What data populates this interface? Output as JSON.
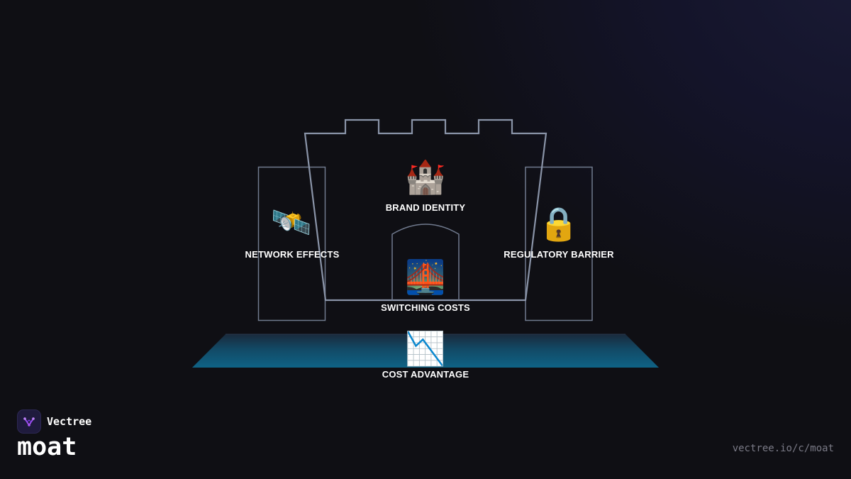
{
  "brand": {
    "name": "Vectree",
    "logo_icon": "vectree-logo-icon",
    "logo_color": "#a855f7"
  },
  "term": "moat",
  "url": "vectree.io/c/moat",
  "colors": {
    "background": "#0f0f14",
    "outline": "#8a94a8",
    "moat_water": "#0f5f80"
  },
  "nodes": {
    "brand_identity": {
      "label": "BRAND IDENTITY",
      "icon": "🏰",
      "icon_name": "castle-icon"
    },
    "network_effects": {
      "label": "NETWORK EFFECTS",
      "icon": "🛰️",
      "icon_name": "satellite-icon"
    },
    "regulatory_barrier": {
      "label": "REGULATORY BARRIER",
      "icon": "🔒",
      "icon_name": "lock-icon"
    },
    "switching_costs": {
      "label": "SWITCHING COSTS",
      "icon": "🌉",
      "icon_name": "bridge-at-night-icon"
    },
    "cost_advantage": {
      "label": "COST ADVANTAGE",
      "icon": "📉",
      "icon_name": "chart-decreasing-icon"
    }
  }
}
